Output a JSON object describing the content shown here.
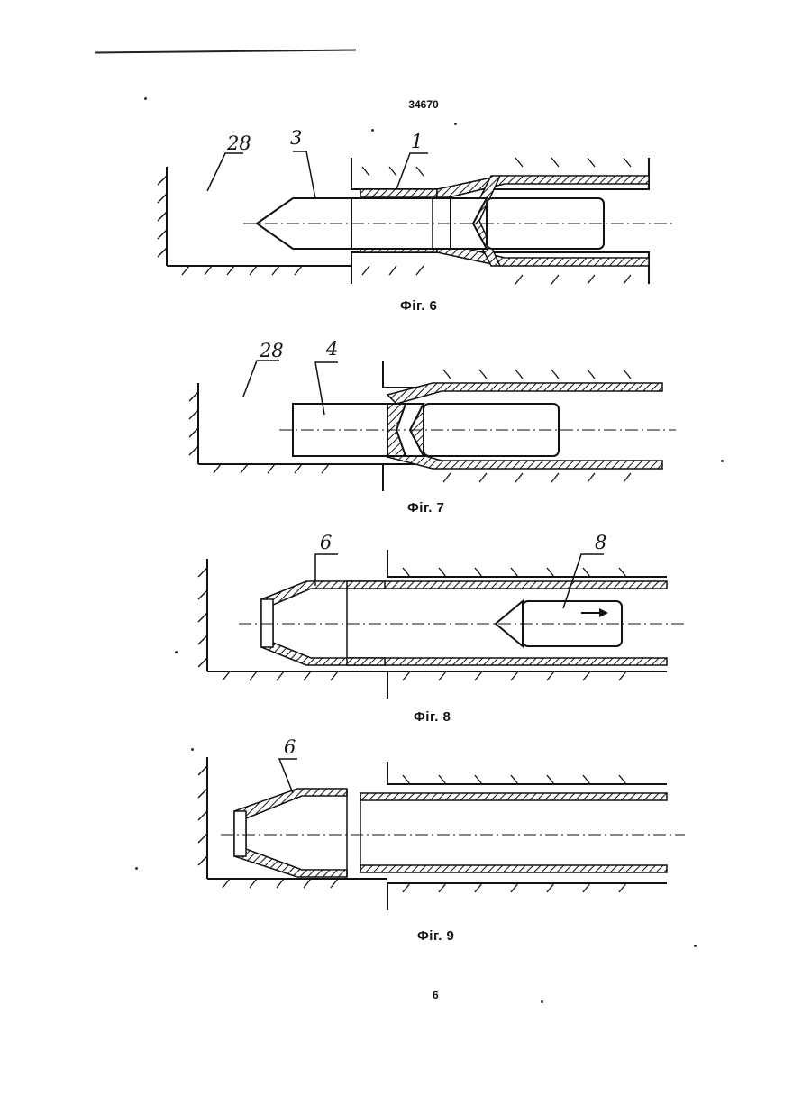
{
  "header": {
    "doc_number": "34670"
  },
  "figures": [
    {
      "id": "fig6",
      "caption": "Фіг. 6",
      "labels": [
        "28",
        "3",
        "1"
      ]
    },
    {
      "id": "fig7",
      "caption": "Фіг. 7",
      "labels": [
        "28",
        "4"
      ]
    },
    {
      "id": "fig8",
      "caption": "Фіг. 8",
      "labels": [
        "6",
        "8"
      ]
    },
    {
      "id": "fig9",
      "caption": "Фіг. 9",
      "labels": [
        "6"
      ]
    }
  ],
  "footer": {
    "page_number": "6"
  }
}
